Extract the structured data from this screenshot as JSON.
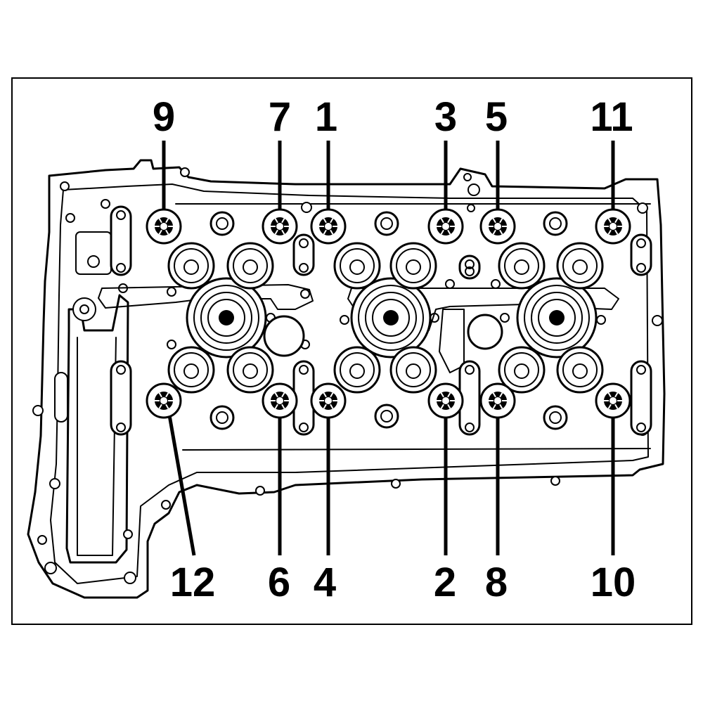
{
  "diagram": {
    "bolt_labels_top": [
      "9",
      "7",
      "1",
      "3",
      "5",
      "11"
    ],
    "bolt_labels_bottom": [
      "12",
      "6",
      "4",
      "2",
      "8",
      "10"
    ]
  },
  "colors": {
    "line": "#000000",
    "background": "#ffffff"
  }
}
